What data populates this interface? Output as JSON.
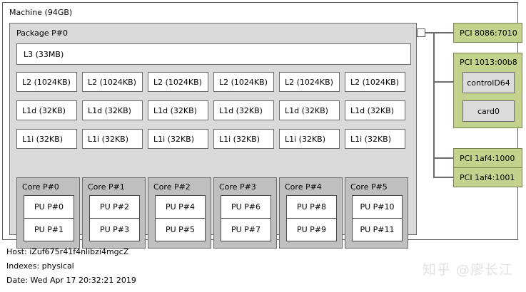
{
  "machine": {
    "label": "Machine (94GB)"
  },
  "package": {
    "label": "Package P#0",
    "l3": {
      "label": "L3 (33MB)"
    },
    "l2": [
      {
        "label": "L2 (1024KB)"
      },
      {
        "label": "L2 (1024KB)"
      },
      {
        "label": "L2 (1024KB)"
      },
      {
        "label": "L2 (1024KB)"
      },
      {
        "label": "L2 (1024KB)"
      },
      {
        "label": "L2 (1024KB)"
      }
    ],
    "l1d": [
      {
        "label": "L1d (32KB)"
      },
      {
        "label": "L1d (32KB)"
      },
      {
        "label": "L1d (32KB)"
      },
      {
        "label": "L1d (32KB)"
      },
      {
        "label": "L1d (32KB)"
      },
      {
        "label": "L1d (32KB)"
      }
    ],
    "l1i": [
      {
        "label": "L1i (32KB)"
      },
      {
        "label": "L1i (32KB)"
      },
      {
        "label": "L1i (32KB)"
      },
      {
        "label": "L1i (32KB)"
      },
      {
        "label": "L1i (32KB)"
      },
      {
        "label": "L1i (32KB)"
      }
    ],
    "cores": [
      {
        "label": "Core P#0",
        "pus": [
          "PU P#0",
          "PU P#1"
        ]
      },
      {
        "label": "Core P#1",
        "pus": [
          "PU P#2",
          "PU P#3"
        ]
      },
      {
        "label": "Core P#2",
        "pus": [
          "PU P#4",
          "PU P#5"
        ]
      },
      {
        "label": "Core P#3",
        "pus": [
          "PU P#6",
          "PU P#7"
        ]
      },
      {
        "label": "Core P#4",
        "pus": [
          "PU P#8",
          "PU P#9"
        ]
      },
      {
        "label": "Core P#5",
        "pus": [
          "PU P#10",
          "PU P#11"
        ]
      }
    ]
  },
  "io": {
    "hostbridge_icon": "hostbridge-square",
    "devices": [
      {
        "label": "PCI 8086:7010",
        "children": []
      },
      {
        "label": "PCI 1013:00b8",
        "children": [
          "controlD64",
          "card0"
        ]
      },
      {
        "label": "PCI 1af4:1000",
        "children": []
      },
      {
        "label": "PCI 1af4:1001",
        "children": []
      }
    ]
  },
  "footer": {
    "host": "Host: iZuf675r41f4nlibzi4mgcZ",
    "indexes": "Indexes: physical",
    "date": "Date: Wed Apr 17 20:32:21 2019"
  },
  "watermark": {
    "text": "知乎 @廖长江"
  },
  "colors": {
    "package_bg": "#dadada",
    "core_bg": "#bfbfbf",
    "pci_bg": "#c3d28c",
    "pci_border": "#78864d",
    "osdev_bg": "#dcdcdc",
    "box_border": "#6b6b6b"
  }
}
